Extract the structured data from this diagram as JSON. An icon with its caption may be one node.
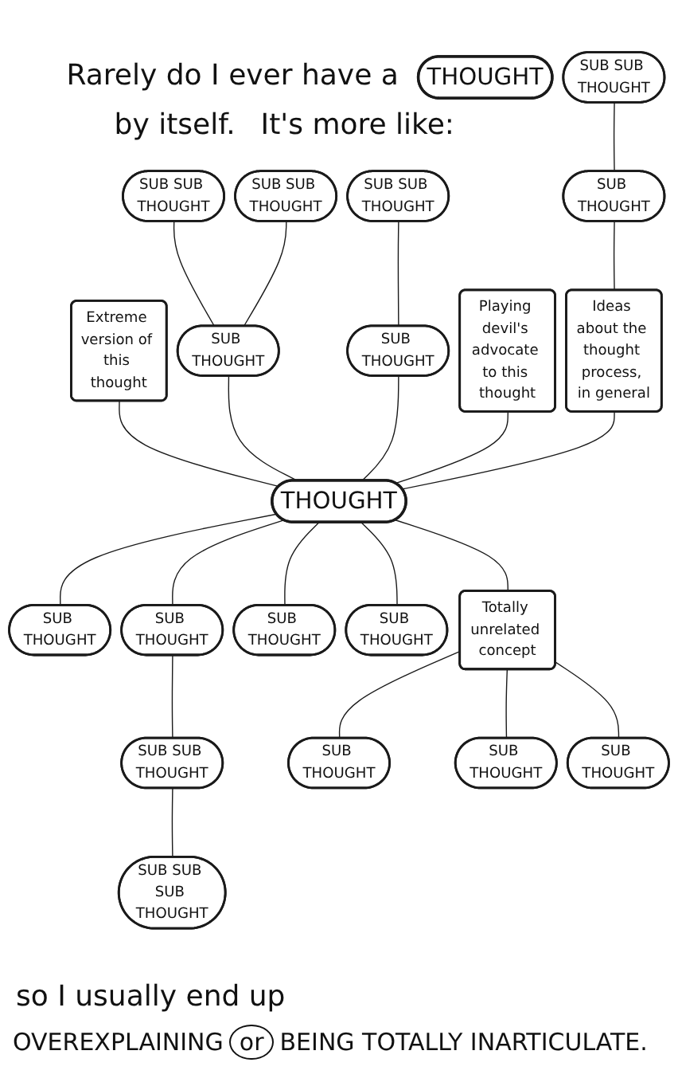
{
  "diagram": {
    "nodes": [
      {
        "text": [
          "THOUGHT"
        ]
      },
      {
        "text": [
          "Extreme version of this thought"
        ]
      },
      {
        "text": [
          "SUB THOUGHT"
        ]
      },
      {
        "text": [
          "SUB SUB THOUGHT"
        ]
      },
      {
        "text": [
          "SUB SUB THOUGHT"
        ]
      },
      {
        "text": [
          "SUB THOUGHT"
        ]
      },
      {
        "text": [
          "SUB THOUGHT"
        ]
      },
      {
        "text": [
          "SUB SUB THOUGHT"
        ]
      },
      {
        "text": [
          "SUB SUB THOUGHT"
        ]
      },
      {
        "text": [
          "Playing devil's advocate to this thought"
        ]
      },
      {
        "text": [
          "THOUGHT"
        ]
      },
      {
        "text": [
          "SUB THOUGHT"
        ]
      },
      {
        "text": [
          "Ideas about the thought process, in general"
        ]
      },
      {
        "text": [
          "SUB SUB THOUGHT"
        ]
      },
      {
        "text": [
          "SUB THOUGHT"
        ]
      },
      {
        "text": [
          "SUB THOUGHT"
        ]
      },
      {
        "text": [
          "SUB THOUGHT"
        ]
      },
      {
        "text": [
          "SUB SUB SUB THOUGHT"
        ]
      },
      {
        "text": [
          "Totally unrelated concept"
        ]
      },
      {
        "text": [
          "SUB THOUGHT"
        ]
      },
      {
        "text": [
          "SUB THOUGHT"
        ]
      },
      {
        "text": [
          "SUB THOUGHT"
        ]
      }
    ],
    "edges": [
      {
        "from": 1,
        "to": 10,
        "arrow": "none"
      },
      {
        "from": 3,
        "to": 2,
        "arrow": "none"
      },
      {
        "from": 4,
        "to": 2,
        "arrow": "none"
      },
      {
        "from": 2,
        "to": 10,
        "arrow": "none"
      },
      {
        "from": 8,
        "to": 5,
        "arrow": "none"
      },
      {
        "from": 5,
        "to": 10,
        "arrow": "none"
      },
      {
        "from": 7,
        "to": 6,
        "arrow": "none"
      },
      {
        "from": 6,
        "to": 12,
        "arrow": "none"
      },
      {
        "from": 9,
        "to": 10,
        "arrow": "none"
      },
      {
        "from": 10,
        "to": 11,
        "arrow": "none"
      },
      {
        "from": 12,
        "to": 10,
        "arrow": "none"
      },
      {
        "from": 10,
        "to": 14,
        "arrow": "none"
      },
      {
        "from": 14,
        "to": 13,
        "arrow": "none"
      },
      {
        "from": 13,
        "to": 17,
        "arrow": "none"
      },
      {
        "from": 10,
        "to": 16,
        "arrow": "none"
      },
      {
        "from": 10,
        "to": 15,
        "arrow": "none"
      },
      {
        "from": 10,
        "to": 18,
        "arrow": "none"
      },
      {
        "from": 18,
        "to": 19,
        "arrow": "none"
      },
      {
        "from": 18,
        "to": 20,
        "arrow": "none"
      },
      {
        "from": 18,
        "to": 21,
        "arrow": "none"
      }
    ],
    "labels": [
      "Rarely do I ever have a",
      "by itself.",
      "It's more like:",
      "so I usually end up",
      "OVEREXPLAINING",
      "or",
      "BEING TOTALLY INARTICULATE."
    ]
  }
}
